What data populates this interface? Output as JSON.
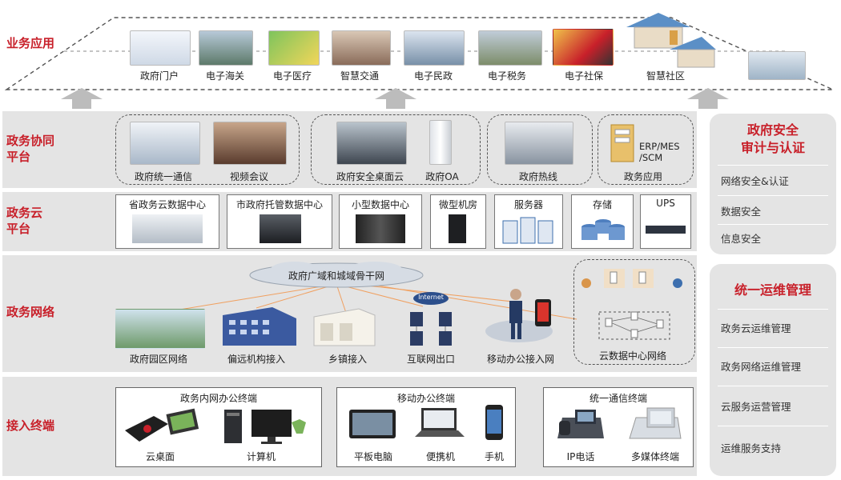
{
  "colors": {
    "accent": "#c8202a",
    "band": "#e4e4e4"
  },
  "layers": {
    "apps": "业务应用",
    "collab": "政务协同\n平台",
    "cloud": "政务云\n平台",
    "network": "政务网络",
    "terminal": "接入终端"
  },
  "apps": [
    "政府门户",
    "电子海关",
    "电子医疗",
    "智慧交通",
    "电子民政",
    "电子税务",
    "电子社保",
    "智慧社区"
  ],
  "collab": {
    "g1": [
      "政府统一通信",
      "视频会议"
    ],
    "g2": [
      "政府安全桌面云",
      "政府OA"
    ],
    "g3": [
      "政府热线"
    ],
    "g4": {
      "label": "政务应用",
      "sub": "ERP/MES\n/SCM"
    }
  },
  "cloud": [
    "省政务云数据中心",
    "市政府托管数据中心",
    "小型数据中心",
    "微型机房",
    "服务器",
    "存储",
    "UPS"
  ],
  "network": {
    "backbone": "政府广域和城域骨干网",
    "internet_tag": "Internet",
    "nodes": [
      "政府园区网络",
      "偏远机构接入",
      "乡镇接入",
      "互联网出口",
      "移动办公接入网",
      "云数据中心网络"
    ]
  },
  "terminals": {
    "office": {
      "title": "政务内网办公终端",
      "items": [
        "云桌面",
        "计算机"
      ]
    },
    "mobile": {
      "title": "移动办公终端",
      "items": [
        "平板电脑",
        "便携机",
        "手机"
      ]
    },
    "uc": {
      "title": "统一通信终端",
      "items": [
        "IP电话",
        "多媒体终端"
      ]
    }
  },
  "security": {
    "title": "政府安全\n审计与认证",
    "items": [
      "网络安全&认证",
      "数据安全",
      "信息安全"
    ]
  },
  "ops": {
    "title": "统一运维管理",
    "items": [
      "政务云运维管理",
      "政务网络运维管理",
      "云服务运营管理",
      "运维服务支持"
    ]
  }
}
